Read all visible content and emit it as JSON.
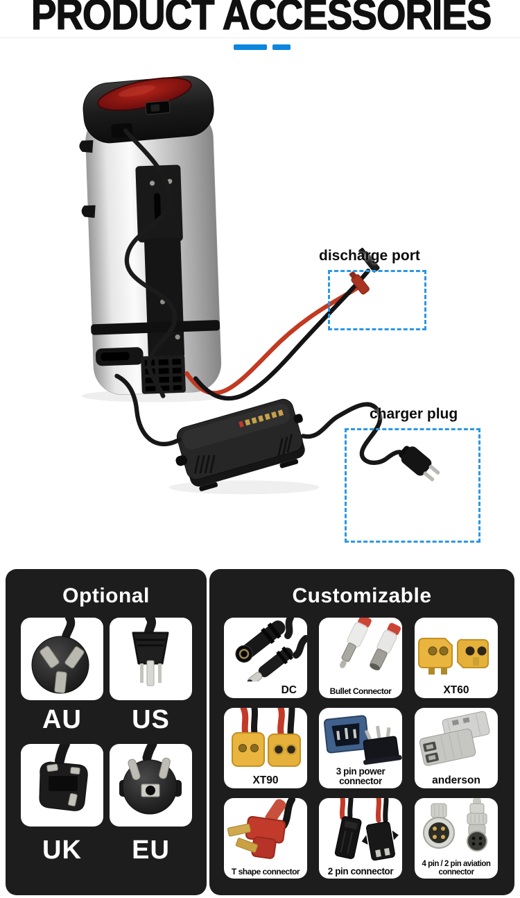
{
  "header": {
    "title": "PRODUCT ACCESSORIES"
  },
  "callouts": {
    "discharge_port": {
      "label": "discharge port"
    },
    "charger_plug": {
      "label": "charger plug"
    }
  },
  "optional_panel": {
    "title": "Optional",
    "items": [
      {
        "label": "AU",
        "image": "au-plug-photo"
      },
      {
        "label": "US",
        "image": "us-plug-photo"
      },
      {
        "label": "UK",
        "image": "uk-plug-photo"
      },
      {
        "label": "EU",
        "image": "eu-plug-photo"
      }
    ]
  },
  "customizable_panel": {
    "title": "Customizable",
    "items": [
      {
        "label": "DC",
        "image": "dc-connector-photo"
      },
      {
        "label": "Bullet Connector",
        "image": "bullet-connector-photo"
      },
      {
        "label": "XT60",
        "image": "xt60-connector-photo"
      },
      {
        "label": "XT90",
        "image": "xt90-connector-photo"
      },
      {
        "label": "3 pin power connector",
        "image": "three-pin-power-connector-photo"
      },
      {
        "label": "anderson",
        "image": "anderson-connector-photo"
      },
      {
        "label": "T shape connector",
        "image": "t-shape-connector-photo"
      },
      {
        "label": "2 pin connector",
        "image": "two-pin-connector-photo"
      },
      {
        "label": "4 pin / 2 pin aviation connector",
        "image": "aviation-connector-photo"
      }
    ]
  },
  "colors": {
    "accent_blue": "#0d86dd",
    "callout_box_blue": "#2b97e4",
    "panel_background": "#1d1d1d",
    "title_color": "#101010"
  }
}
